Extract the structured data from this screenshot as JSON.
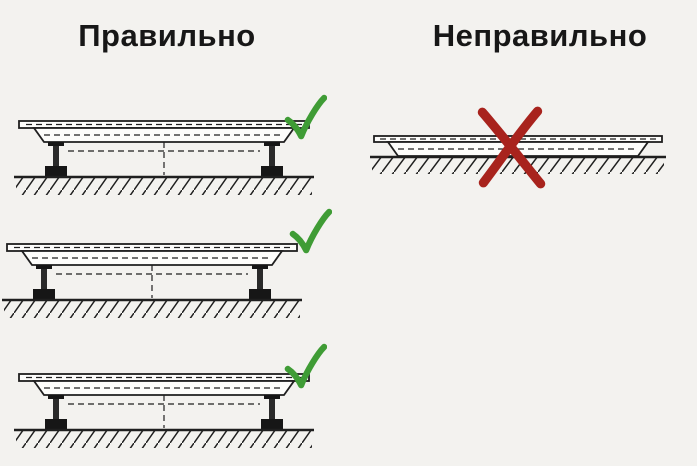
{
  "page": {
    "background": "#f3f2ef",
    "description": "shower-tray installation diagram: correct vs incorrect"
  },
  "headers": {
    "correct": "Правильно",
    "incorrect": "Неправильно"
  },
  "colors": {
    "line": "#1f1f1f",
    "check_green": "#3f9c35",
    "cross_red": "#a8231d",
    "bg": "#f3f2ef",
    "tray_fill": "#fdfdfb"
  },
  "figures": {
    "correct": [
      {
        "label": "tray-on-adjustable-legs",
        "mark": "check"
      },
      {
        "label": "tray-on-adjustable-legs",
        "mark": "check"
      },
      {
        "label": "tray-on-adjustable-legs",
        "mark": "check"
      }
    ],
    "incorrect": [
      {
        "label": "tray-flat-on-floor",
        "mark": "cross"
      }
    ]
  }
}
